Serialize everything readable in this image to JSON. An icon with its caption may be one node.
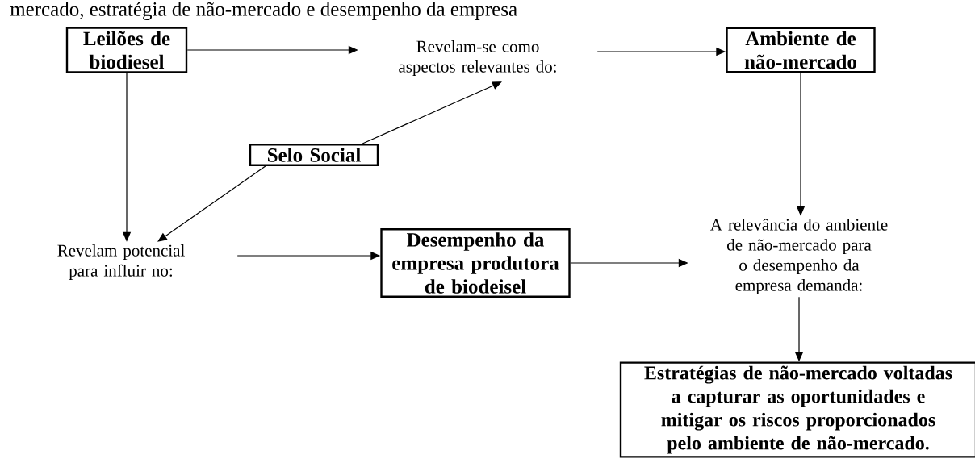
{
  "diagram": {
    "title": "mercado, estratégia de não-mercado e desempenho da empresa",
    "nodes": [
      {
        "text": [
          "Leilões de biodiesel"
        ]
      },
      {
        "text": [
          "Revelam-se como aspectos relevantes do:"
        ]
      },
      {
        "text": [
          "Ambiente de não-mercado"
        ]
      },
      {
        "text": [
          "Selo Social"
        ]
      },
      {
        "text": [
          "Revelam potencial para influir no:"
        ]
      },
      {
        "text": [
          "Desempenho da empresa produtora de biodeisel"
        ]
      },
      {
        "text": [
          "A relevância do ambiente de não-mercado para o desempenho da empresa demanda:"
        ]
      },
      {
        "text": [
          "Estratégias de não-mercado voltadas a capturar as oportunidades e mitigar os riscos proporcionados pelo ambiente de não-mercado."
        ]
      }
    ],
    "edges": [
      {
        "from": 0,
        "to": 1,
        "arrow": "to"
      },
      {
        "from": 1,
        "to": 2,
        "arrow": "to"
      },
      {
        "from": 3,
        "to": 1,
        "arrow": "to"
      },
      {
        "from": 0,
        "to": 4,
        "arrow": "to"
      },
      {
        "from": 3,
        "to": 4,
        "arrow": "to"
      },
      {
        "from": 2,
        "to": 6,
        "arrow": "to"
      },
      {
        "from": 4,
        "to": 5,
        "arrow": "to"
      },
      {
        "from": 5,
        "to": 6,
        "arrow": "to"
      },
      {
        "from": 6,
        "to": 7,
        "arrow": "to"
      }
    ]
  }
}
